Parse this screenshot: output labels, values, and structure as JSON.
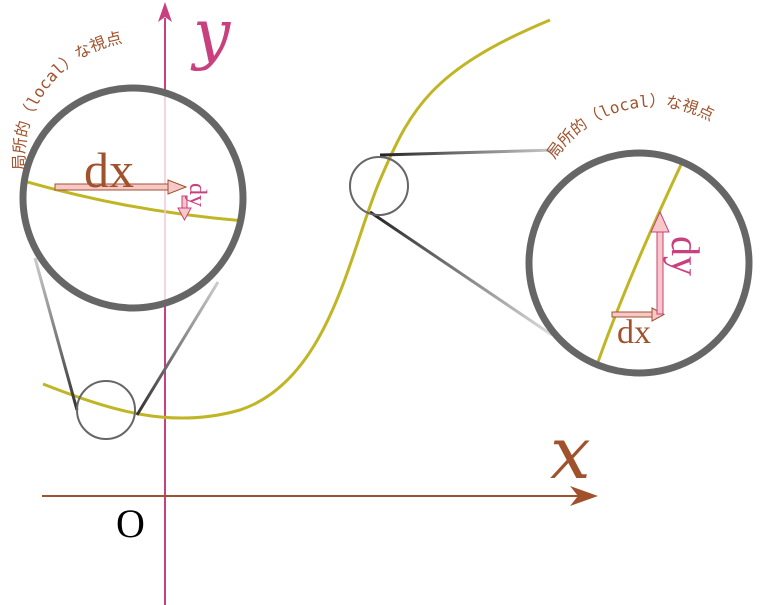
{
  "axes": {
    "x_label": "x",
    "y_label": "y",
    "origin_label": "O"
  },
  "zoom_left": {
    "caption": "局所的（local）な視点",
    "dx_label": "dx",
    "dy_label": "dy"
  },
  "zoom_right": {
    "caption": "局所的（local）な視点",
    "dx_label": "dx",
    "dy_label": "dy"
  },
  "colors": {
    "x_axis": "#a0522d",
    "y_axis": "#c9407f",
    "curve": "#c0b625",
    "lens_ring": "#666666",
    "arrow_fill": "#f8c8c8"
  }
}
